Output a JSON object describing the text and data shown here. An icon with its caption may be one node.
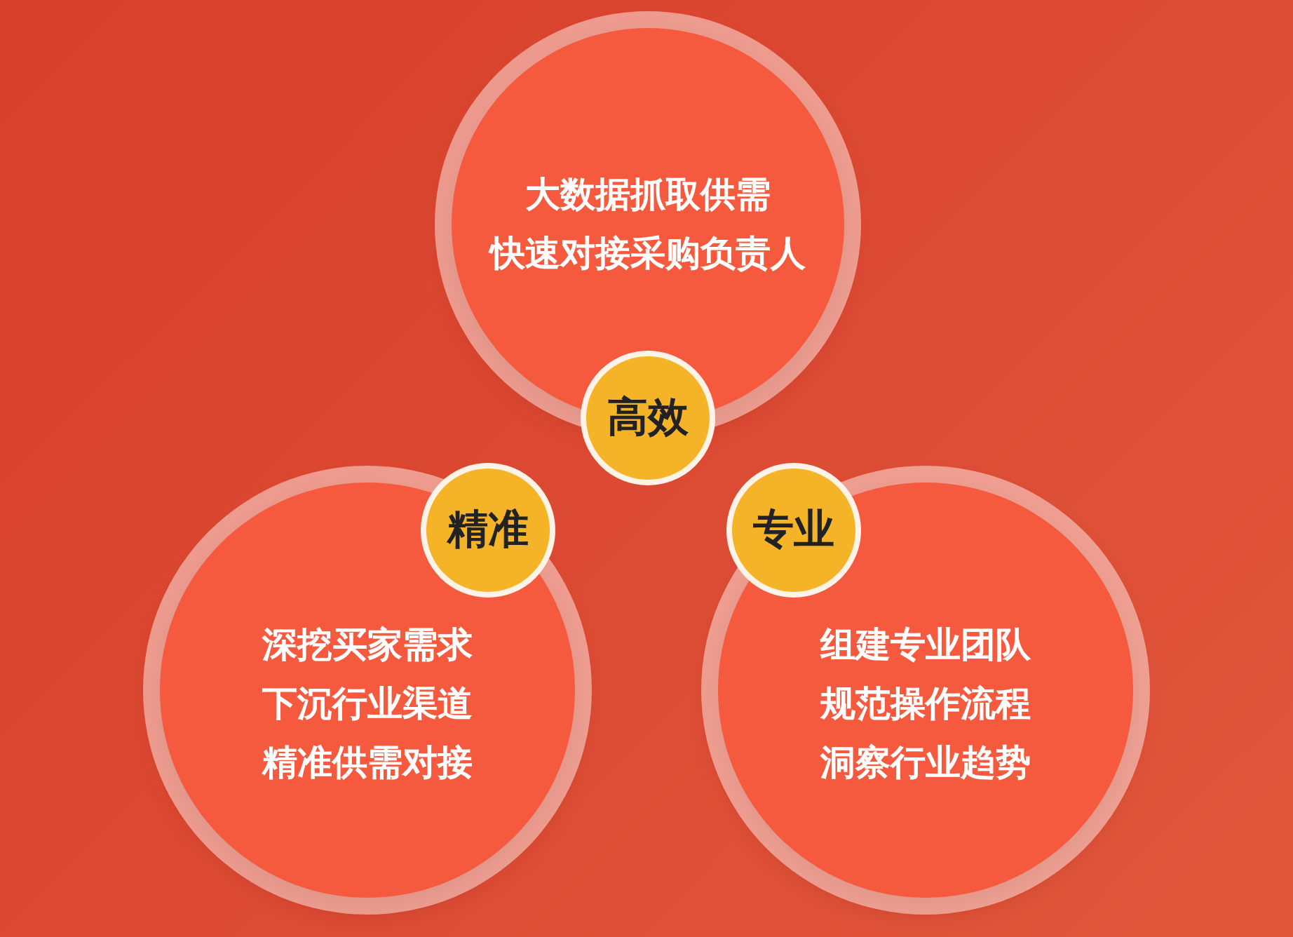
{
  "diagram": {
    "nodes": [
      {
        "text": [
          "大数据抓取供需",
          "快速对接采购负责人"
        ]
      },
      {
        "text": [
          "高效"
        ]
      },
      {
        "text": [
          "精准"
        ]
      },
      {
        "text": [
          "深挖买家需求",
          "下沉行业渠道",
          "精准供需对接"
        ]
      },
      {
        "text": [
          "专业"
        ]
      },
      {
        "text": [
          "组建专业团队",
          "规范操作流程",
          "洞察行业趋势"
        ]
      }
    ],
    "edges": []
  }
}
